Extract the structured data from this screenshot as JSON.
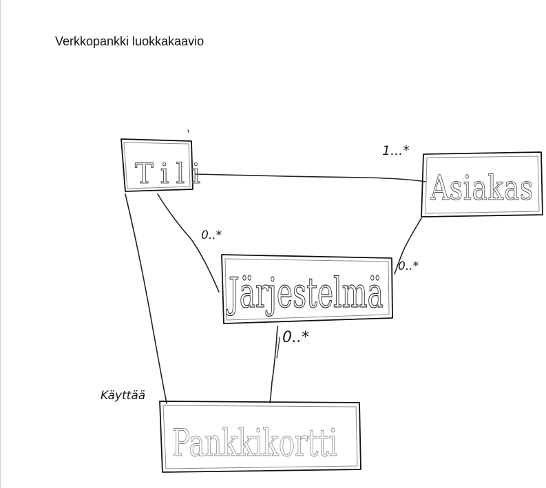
{
  "title": "Verkkopankki luokkakaavio",
  "classes": {
    "tili": "Tili",
    "asiakas": "Asiakas",
    "jarjestelma": "Järjestelmä",
    "pankkikortti": "Pankkikortti"
  },
  "multiplicities": {
    "asiakas_tili": "1...*",
    "tili_jarjestelma": "0..*",
    "asiakas_jarjestelma": "0..*",
    "jarjestelma_pankkikortti": "0..*"
  },
  "roles": {
    "pankkikortti_tili": "Käyttää"
  },
  "colors": {
    "ink": "#222222",
    "box_outer": "#111111",
    "box_inner": "#888888",
    "class_text": "#555555"
  }
}
